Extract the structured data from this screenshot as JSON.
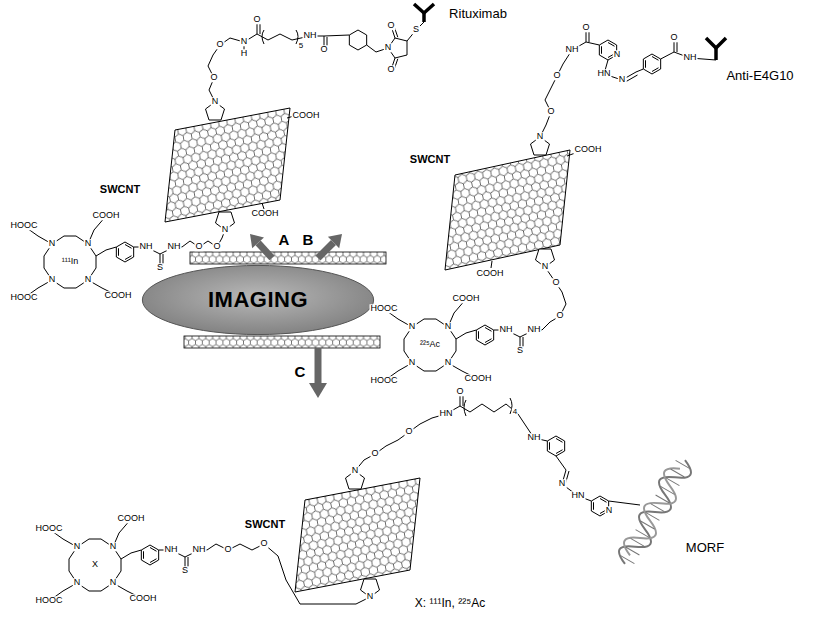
{
  "diagram": {
    "nodes": [
      {
        "text": [
          "IMAGING"
        ]
      }
    ],
    "labels": [
      "Rituximab",
      "O",
      "S",
      "N",
      "O",
      "O",
      "N",
      "H",
      "5",
      "NH",
      "O",
      "O",
      "O",
      "N",
      "COOH",
      "SWCNT",
      "COOH",
      "N",
      "O",
      "O",
      "COOH",
      "HOOC",
      "N",
      "N",
      "¹¹¹In",
      "N",
      "N",
      "HOOC",
      "COOH",
      "NH",
      "S",
      "NH",
      "A",
      "B",
      "C",
      "Anti-E4G10",
      "O",
      "NH",
      "O",
      "NH",
      "N",
      "HN",
      "N",
      "O",
      "O",
      "N",
      "COOH",
      "SWCNT",
      "COOH",
      "N",
      "O",
      "O",
      "COOH",
      "HOOC",
      "N",
      "N",
      "²²⁵Ac",
      "N",
      "N",
      "HOOC",
      "COOH",
      "NH",
      "S",
      "NH",
      "O",
      "HN",
      "4",
      "O",
      "O",
      "N",
      "NH",
      "N",
      "HN",
      "N",
      "MORF",
      "SWCNT",
      "COOH",
      "HOOC",
      "N",
      "N",
      "X",
      "N",
      "N",
      "HOOC",
      "COOH",
      "NH",
      "S",
      "NH",
      "O",
      "O",
      "N",
      "X: ¹¹¹In, ²²⁵Ac"
    ]
  }
}
